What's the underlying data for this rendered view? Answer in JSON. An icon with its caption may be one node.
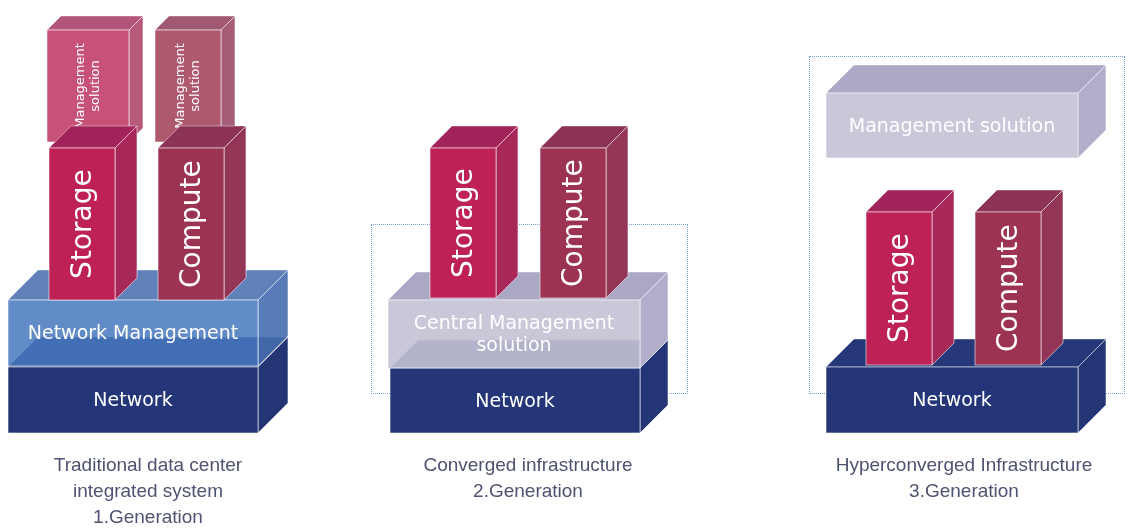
{
  "diagram": {
    "nodes": [
      {
        "text": [
          "Management solution"
        ]
      },
      {
        "text": [
          "Management solution"
        ]
      },
      {
        "text": [
          "Storage"
        ]
      },
      {
        "text": [
          "Compute"
        ]
      },
      {
        "text": [
          "Network Management"
        ]
      },
      {
        "text": [
          "Network"
        ]
      },
      {
        "text": [
          "Storage"
        ]
      },
      {
        "text": [
          "Compute"
        ]
      },
      {
        "text": [
          "Central Management solution"
        ]
      },
      {
        "text": [
          "Network"
        ]
      },
      {
        "text": [
          "Management solution"
        ]
      },
      {
        "text": [
          "Storage"
        ]
      },
      {
        "text": [
          "Compute"
        ]
      },
      {
        "text": [
          "Network"
        ]
      }
    ],
    "labels": [
      "Traditional data center integrated system",
      "1.Generation",
      "Converged infrastructure",
      "2.Generation",
      "Hyperconverged Infrastructure",
      "3.Generation"
    ]
  }
}
